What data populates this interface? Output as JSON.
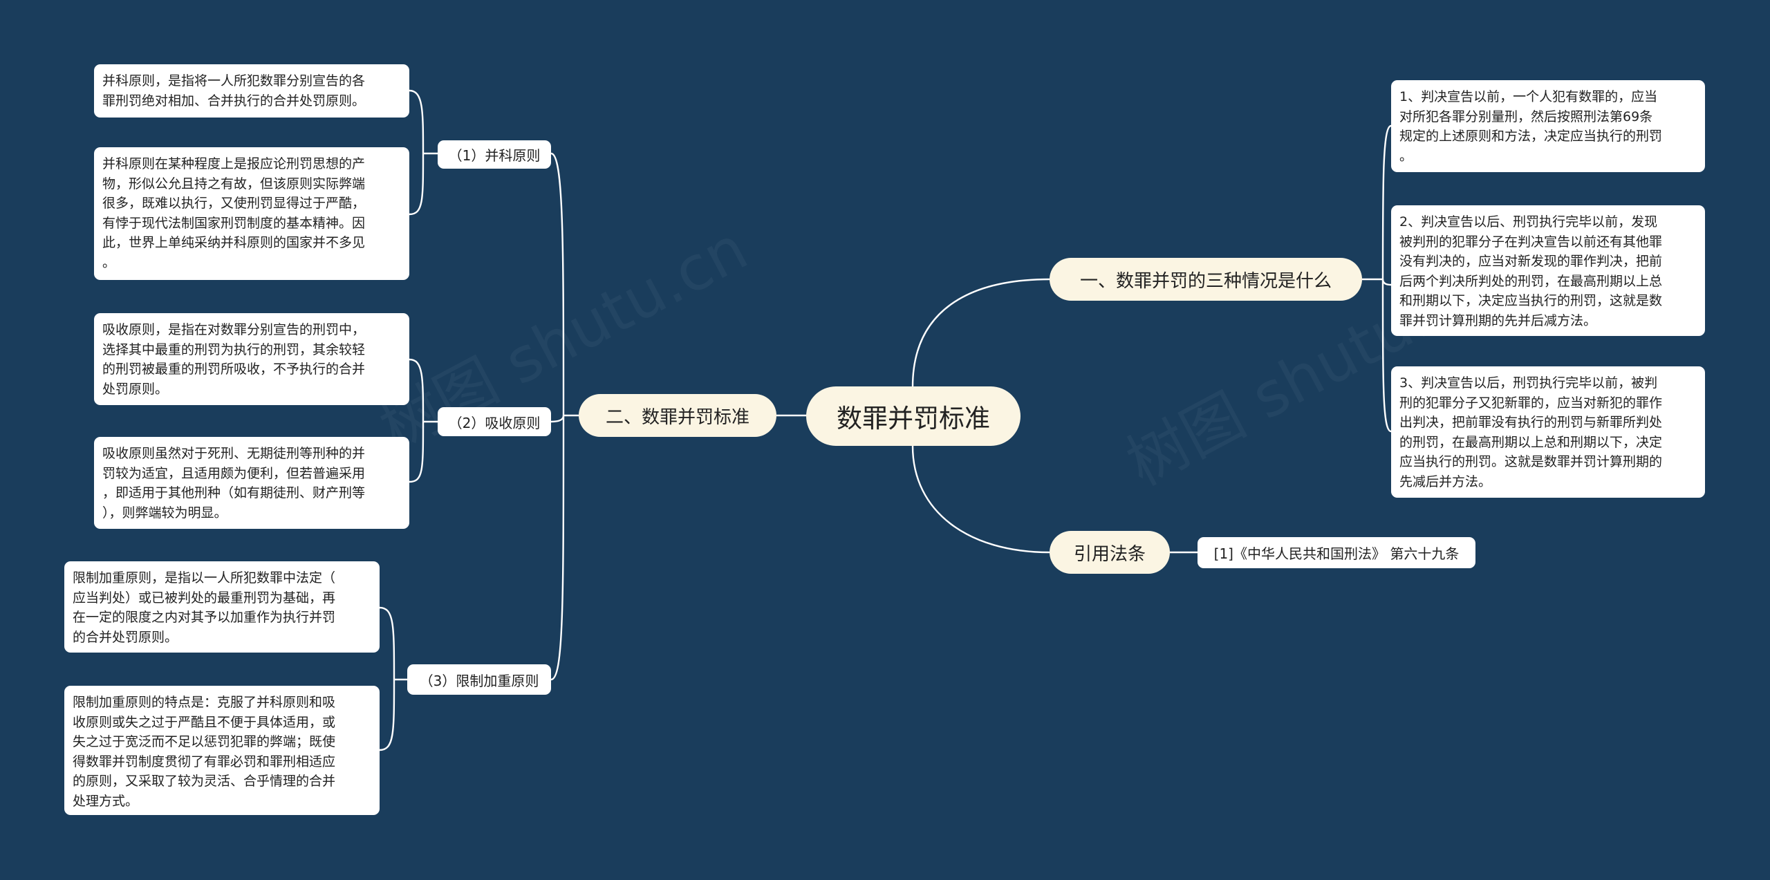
{
  "root": {
    "label": "数罪并罚标准"
  },
  "branches": {
    "situations": {
      "label": "一、数罪并罚的三种情况是什么",
      "items": [
        "1、判决宣告以前，一个人犯有数罪的，应当\n对所犯各罪分别量刑，然后按照刑法第69条\n规定的上述原则和方法，决定应当执行的刑罚\n。",
        "2、判决宣告以后、刑罚执行完毕以前，发现\n被判刑的犯罪分子在判决宣告以前还有其他罪\n没有判决的，应当对新发现的罪作判决，把前\n后两个判决所判处的刑罚，在最高刑期以上总\n和刑期以下，决定应当执行的刑罚，这就是数\n罪并罚计算刑期的先并后减方法。",
        "3、判决宣告以后，刑罚执行完毕以前，被判\n刑的犯罪分子又犯新罪的，应当对新犯的罪作\n出判决，把前罪没有执行的刑罚与新罪所判处\n的刑罚，在最高刑期以上总和刑期以下，决定\n应当执行的刑罚。这就是数罪并罚计算刑期的\n先减后并方法。"
      ]
    },
    "citation": {
      "label": "引用法条",
      "items": [
        "[1]《中华人民共和国刑法》 第六十九条"
      ]
    },
    "standards": {
      "label": "二、数罪并罚标准",
      "groups": [
        {
          "label": "（1）并科原则",
          "items": [
            "并科原则，是指将一人所犯数罪分别宣告的各\n罪刑罚绝对相加、合并执行的合并处罚原则。",
            "并科原则在某种程度上是报应论刑罚思想的产\n物，形似公允且持之有故，但该原则实际弊端\n很多，既难以执行，又使刑罚显得过于严酷，\n有悖于现代法制国家刑罚制度的基本精神。因\n此，世界上单纯采纳并科原则的国家并不多见\n。"
          ]
        },
        {
          "label": "（2）吸收原则",
          "items": [
            "吸收原则，是指在对数罪分别宣告的刑罚中，\n选择其中最重的刑罚为执行的刑罚，其余较轻\n的刑罚被最重的刑罚所吸收，不予执行的合并\n处罚原则。",
            "吸收原则虽然对于死刑、无期徒刑等刑种的并\n罚较为适宜，且适用颇为便利，但若普遍采用\n，即适用于其他刑种（如有期徒刑、财产刑等\n），则弊端较为明显。"
          ]
        },
        {
          "label": "（3）限制加重原则",
          "items": [
            "限制加重原则，是指以一人所犯数罪中法定（\n应当判处）或已被判处的最重刑罚为基础，再\n在一定的限度之内对其予以加重作为执行并罚\n的合并处罚原则。",
            "限制加重原则的特点是：克服了并科原则和吸\n收原则或失之过于严酷且不便于具体适用，或\n失之过于宽泛而不足以惩罚犯罪的弊端；既使\n得数罪并罚制度贯彻了有罪必罚和罪刑相适应\n的原则，又采取了较为灵活、合乎情理的合并\n处理方式。"
          ]
        }
      ]
    }
  },
  "colors": {
    "background": "#1a3d5c",
    "pill": "#fbf5e3",
    "box": "#ffffff",
    "connector": "#ffffff"
  }
}
